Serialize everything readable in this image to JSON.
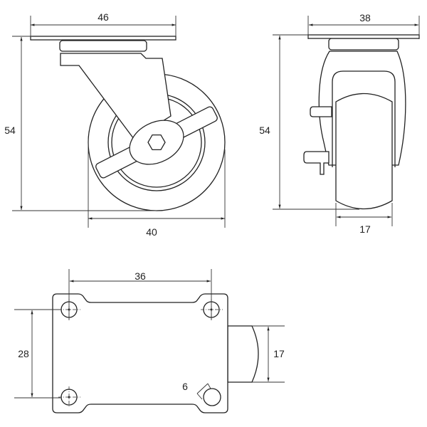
{
  "side_view": {
    "top_plate_width": "46",
    "overall_height": "54",
    "wheel_diameter": "40"
  },
  "front_view": {
    "top_plate_width": "38",
    "overall_height": "54",
    "wheel_width": "17"
  },
  "bottom_view": {
    "hole_spacing_x": "36",
    "hole_spacing_y": "28",
    "wheel_width": "17",
    "hole_diameter": "6"
  }
}
